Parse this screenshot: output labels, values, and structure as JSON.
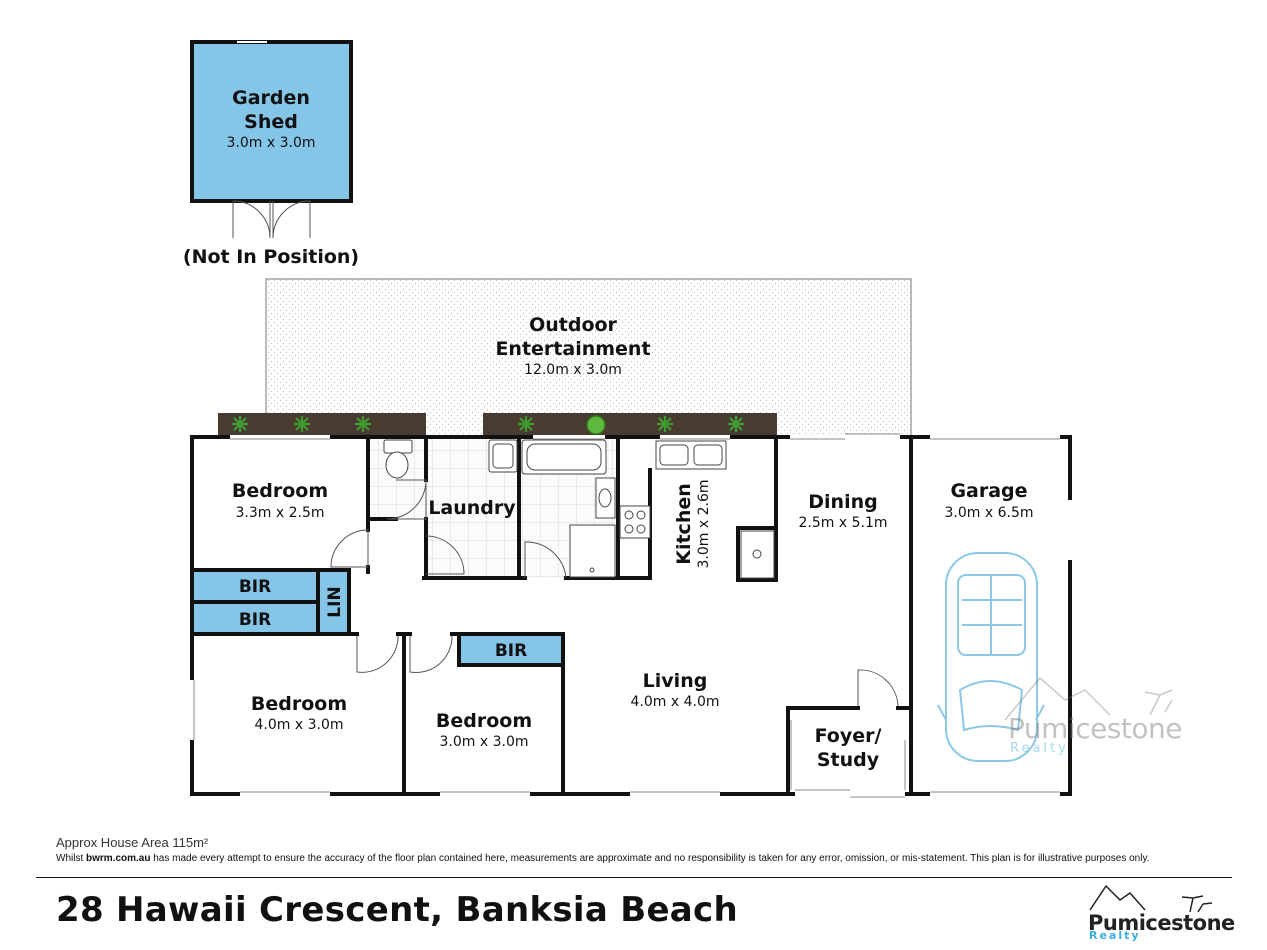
{
  "rooms": {
    "garden_shed": {
      "name_line1": "Garden",
      "name_line2": "Shed",
      "dims": "3.0m x 3.0m",
      "note": "(Not In Position)"
    },
    "outdoor": {
      "name_line1": "Outdoor",
      "name_line2": "Entertainment",
      "dims": "12.0m x 3.0m"
    },
    "bedroom1": {
      "name": "Bedroom",
      "dims": "3.3m x 2.5m"
    },
    "laundry": {
      "name": "Laundry"
    },
    "kitchen": {
      "name": "Kitchen",
      "dims": "3.0m x 2.6m"
    },
    "dining": {
      "name": "Dining",
      "dims": "2.5m x 5.1m"
    },
    "garage": {
      "name": "Garage",
      "dims": "3.0m x 6.5m"
    },
    "bir_a": {
      "name": "BIR"
    },
    "bir_b": {
      "name": "BIR"
    },
    "bir_c": {
      "name": "BIR"
    },
    "linen": {
      "name": "LIN"
    },
    "bedroom2": {
      "name": "Bedroom",
      "dims": "4.0m x 3.0m"
    },
    "bedroom3": {
      "name": "Bedroom",
      "dims": "3.0m x 3.0m"
    },
    "living": {
      "name": "Living",
      "dims": "4.0m x 4.0m"
    },
    "foyer": {
      "name_line1": "Foyer/",
      "name_line2": "Study"
    }
  },
  "footer": {
    "area": "Approx House Area 115m²",
    "disclaimer_prefix": "Whilst ",
    "disclaimer_site": "bwrm.com.au",
    "disclaimer_rest": " has made every attempt to ensure the accuracy of the floor plan contained here, measurements are approximate and no responsibility is taken for any error, omission, or mis-statement. This plan is for illustrative purposes only.",
    "address": "28 Hawaii Crescent, Banksia Beach"
  },
  "branding": {
    "logo_name": "Pumicestone",
    "logo_sub": "Realty",
    "watermark_name": "Pumicestone",
    "watermark_sub": "Realty"
  },
  "colors": {
    "wall": "#111111",
    "storage_fill": "#84c5e8",
    "planter": "#4a3b30",
    "car_outline": "#8cc9e6",
    "accent": "#3aaed8"
  }
}
